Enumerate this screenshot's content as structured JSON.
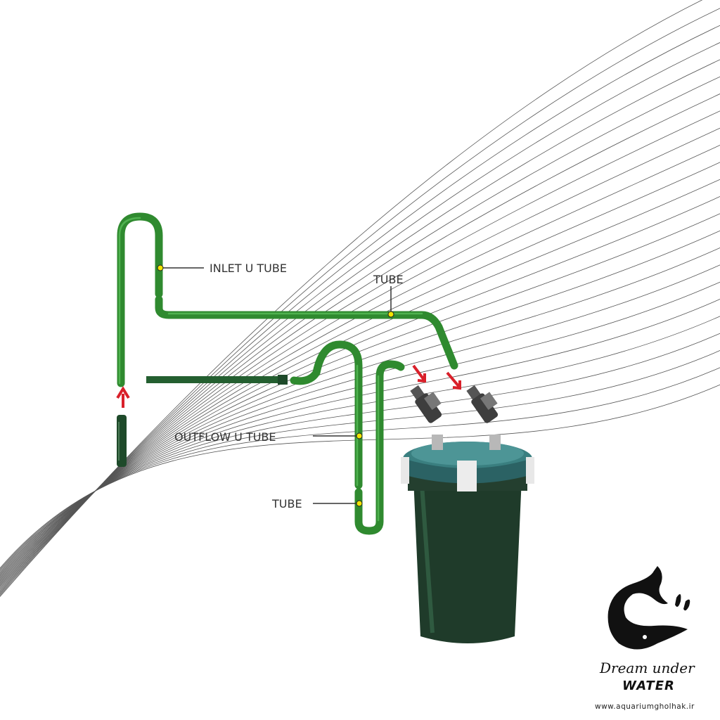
{
  "labels": {
    "inlet_u_tube": "INLET U TUBE",
    "tube_top": "TUBE",
    "outflow_u_tube": "OUTFLOW U TUBE",
    "tube_bottom": "TUBE"
  },
  "logo": {
    "line1": "Dream under",
    "line2": "WATER",
    "url": "www.aquariumgholhak.ir"
  },
  "colors": {
    "tube": "#2f8a2f",
    "tube_highlight": "#5cc35c",
    "arrow": "#d9202a",
    "canister": "#1f3b2a",
    "lid": "#2f6e6e",
    "marker": "#f2e600"
  }
}
